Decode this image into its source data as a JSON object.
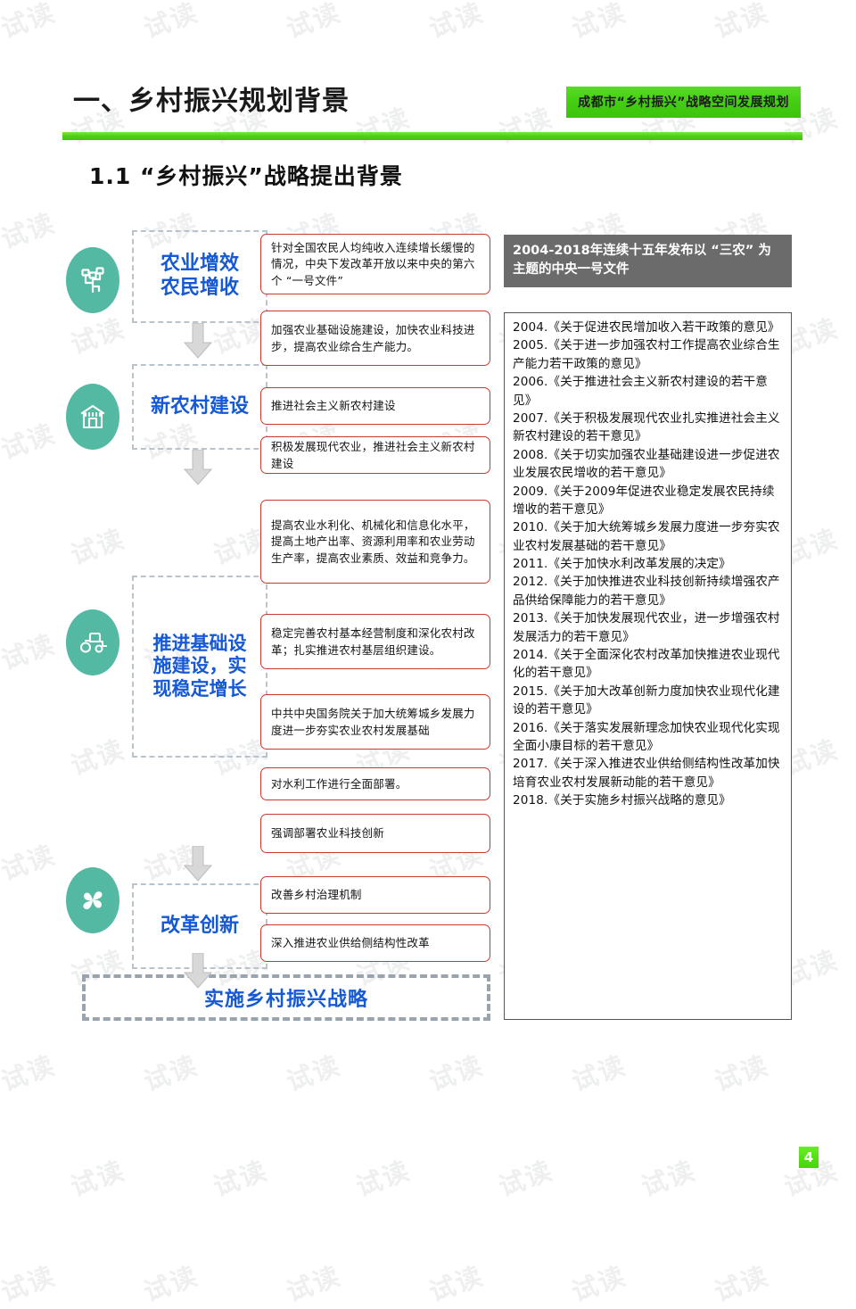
{
  "header": {
    "section_title": "一、乡村振兴规划背景",
    "badge": "成都市“乡村振兴”战略空间发展规划",
    "sub_title": "1.1 “乡村振兴”战略提出背景",
    "accent_color": "#44cc11"
  },
  "flow": {
    "stages": [
      {
        "label": "农业增效\n农民增收",
        "icon": "plant-network-icon"
      },
      {
        "label": "新农村建设",
        "icon": "village-house-icon"
      },
      {
        "label": "推进基础设\n施建设，实\n现稳定增长",
        "icon": "tractor-icon"
      },
      {
        "label": "改革创新",
        "icon": "clover-icon"
      }
    ],
    "banner": "实施乡村振兴战略",
    "label_color": "#1559d6"
  },
  "detail_boxes": [
    "针对全国农民人均纯收入连续增长缓慢的情况，中央下发改革开放以来中央的第六个 “一号文件”",
    "加强农业基础设施建设，加快农业科技进步，提高农业综合生产能力。",
    "推进社会主义新农村建设",
    "积极发展现代农业，推进社会主义新农村建设",
    "提高农业水利化、机械化和信息化水平，提高土地产出率、资源利用率和农业劳动生产率，提高农业素质、效益和竞争力。",
    "稳定完善农村基本经营制度和深化农村改革；扎实推进农村基层组织建设。",
    "中共中央国务院关于加大统筹城乡发展力度进一步夯实农业农村发展基础",
    "对水利工作进行全面部署。",
    "强调部署农业科技创新",
    "改善乡村治理机制",
    "深入推进农业供给侧结构性改革"
  ],
  "right_panel": {
    "title": "2004-2018年连续十五年发布以 “三农” 为主题的中央一号文件",
    "items": [
      "2004.《关于促进农民增加收入若干政策的意见》",
      "2005.《关于进一步加强农村工作提高农业综合生产能力若干政策的意见》",
      "2006.《关于推进社会主义新农村建设的若干意见》",
      "2007.《关于积极发展现代农业扎实推进社会主义新农村建设的若干意见》",
      "2008.《关于切实加强农业基础建设进一步促进农业发展农民增收的若干意见》",
      "2009.《关于2009年促进农业稳定发展农民持续增收的若干意见》",
      "2010.《关于加大统筹城乡发展力度进一步夯实农业农村发展基础的若干意见》",
      "2011.《关于加快水利改革发展的决定》",
      "2012.《关于加快推进农业科技创新持续增强农产品供给保障能力的若干意见》",
      "2013.《关于加快发展现代农业，进一步增强农村发展活力的若干意见》",
      "2014.《关于全面深化农村改革加快推进农业现代化的若干意见》",
      "2015.《关于加大改革创新力度加快农业现代化建设的若干意见》",
      "2016.《关于落实发展新理念加快农业现代化实现全面小康目标的若干意见》",
      "2017.《关于深入推进农业供给侧结构性改革加快培育农业农村发展新动能的若干意见》",
      "2018.《关于实施乡村振兴战略的意见》"
    ],
    "header_bg": "#6b6b6b"
  },
  "page_number": "4",
  "watermark": {
    "text": "试读"
  }
}
